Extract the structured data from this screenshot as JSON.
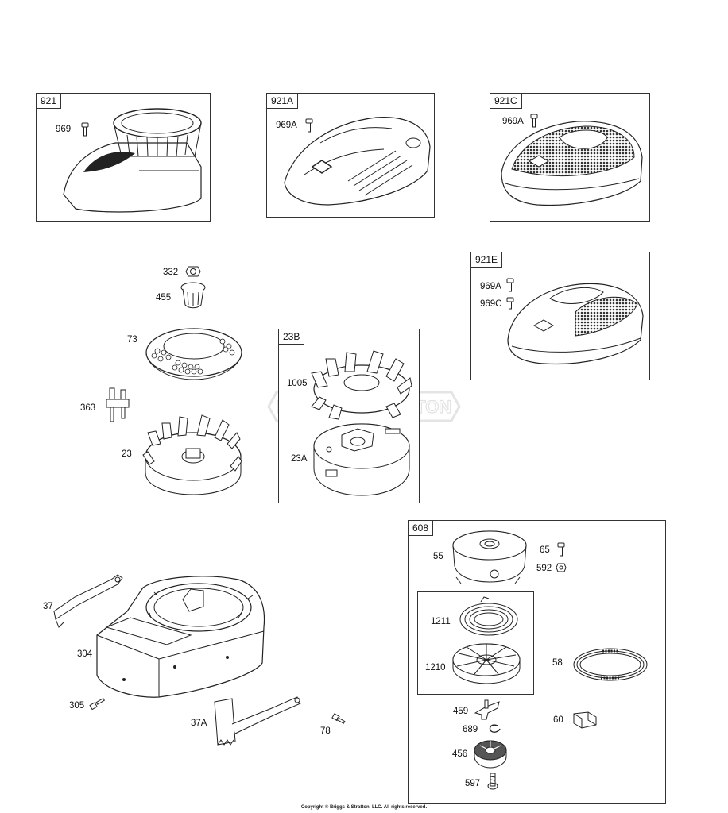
{
  "boxes": {
    "b921": "921",
    "b921a": "921A",
    "b921c": "921C",
    "b921e": "921E",
    "b23b": "23B",
    "b608": "608"
  },
  "labels": {
    "l969": "969",
    "l969a_1": "969A",
    "l969a_2": "969A",
    "l969a_3": "969A",
    "l969c": "969C",
    "l332": "332",
    "l455": "455",
    "l73": "73",
    "l363": "363",
    "l23": "23",
    "l1005": "1005",
    "l23a": "23A",
    "l55": "55",
    "l65": "65",
    "l592": "592",
    "l1211": "1211",
    "l1210": "1210",
    "l58": "58",
    "l459": "459",
    "l689": "689",
    "l60": "60",
    "l456": "456",
    "l597": "597",
    "l37": "37",
    "l304": "304",
    "l305": "305",
    "l37a": "37A",
    "l78": "78"
  },
  "watermark": "BRIGGS&STRATTON",
  "copyright": "Copyright © Briggs & Stratton, LLC. All rights reserved."
}
